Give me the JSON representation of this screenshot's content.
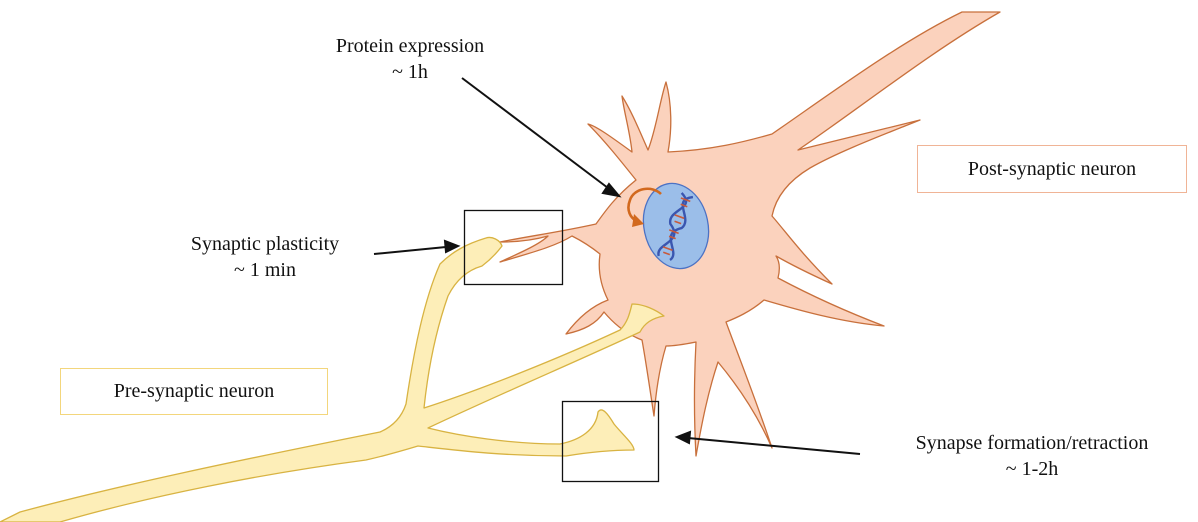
{
  "colors": {
    "post_fill": "#fbd2bd",
    "post_stroke": "#c8703c",
    "pre_fill": "#fdeeb8",
    "pre_stroke": "#d8b342",
    "nucleus_fill": "#9bbee9",
    "nucleus_stroke": "#4c72c4",
    "cycle_arrow": "#d2691e",
    "box_stroke": "#111111",
    "post_label_border": "#f0b496",
    "pre_label_border": "#f3d67c"
  },
  "labels": {
    "protein": {
      "line1": "Protein expression",
      "line2": "~ 1h"
    },
    "plasticity": {
      "line1": "Synaptic plasticity",
      "line2": "~ 1 min"
    },
    "formation": {
      "line1": "Synapse formation/retraction",
      "line2": "~ 1-2h"
    },
    "post_neuron": "Post-synaptic neuron",
    "pre_neuron": "Pre-synaptic neuron"
  },
  "icons": {
    "dna": "dna-helix-icon",
    "cycle": "circular-arrow-icon"
  }
}
